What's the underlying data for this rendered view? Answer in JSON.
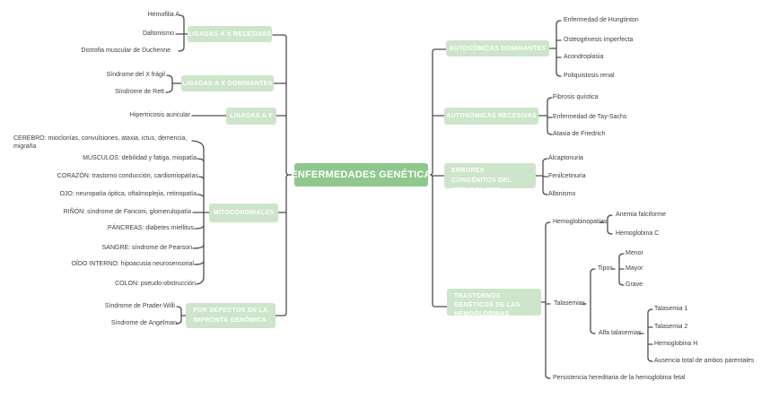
{
  "title": "ENFERMEDADES GENÉTICA",
  "left": {
    "xrec": {
      "label": "LIGADAS A X RECESIVAS",
      "children": [
        "Hemofilia A",
        "Daltonismo",
        "Distrofia muscular de Duchenne"
      ]
    },
    "xdom": {
      "label": "LIGADAS A X DOMINANTES",
      "children": [
        "Síndrome del X frágil",
        "Síndrome de Rett"
      ]
    },
    "y": {
      "label": "LIGADAS A Y",
      "children": [
        "Hipertricosis auricular"
      ]
    },
    "mito": {
      "label": "MITOCONDRIALES",
      "children": [
        "CEREBRO: mioclonías, convulsiones, ataxia, ictus, demencia, migraña",
        "MÚSCULOS: debilidad y fatiga, miopatía",
        "CORAZÓN: trastorno conducción, cardiomiopatías",
        "OJO: neuropatía óptica, oftalmoplejia, retinopatía",
        "RIÑÓN: síndrome de Fanconi, glomerulopatía",
        "PÁNCREAS: diabetes miellitus",
        "SANGRE: síndrome de Pearson",
        "OÍDO INTERNO: hipoacusia neurosensorial",
        "COLON: pseudo-obstrucción"
      ]
    },
    "impronta": {
      "label": "POR DEFECTOS EN LA IMPRONTA GENÓMICA",
      "children": [
        "Síndrome de Prader-Willi",
        "Síndrome de Angelman"
      ]
    }
  },
  "right": {
    "autdom": {
      "label": "AUTOSÓMICAS DOMINANTES",
      "children": [
        "Enfermedad de Hungtinton",
        "Osteogénesis imperfecta",
        "Acondroplasia",
        "Poliquistosis renal"
      ]
    },
    "autrec": {
      "label": "AUTOSÓMICAS RECESIVAS",
      "children": [
        "Fibrosis quística",
        "Enfermedad de Tay-Sachs",
        "Ataxia de Friedrich"
      ]
    },
    "errores": {
      "label": "ERRORES CONGÉNITOS DEL METABOLISMO",
      "children": [
        "Alcaptonuria",
        "Fenilcetinuria",
        "Albinismo"
      ]
    },
    "trast": {
      "label": "TRASTORNOS GENÉTICOS DE LAS HEMOGLOBINAS",
      "hemoglobinopatias": {
        "label": "Hemoglobinopatías",
        "children": [
          "Anemia falciforme",
          "Hemoglobina C"
        ]
      },
      "talasemias": {
        "label": "Talasemias",
        "tipos": {
          "label": "Tipos",
          "children": [
            "Menor",
            "Mayor",
            "Grave"
          ]
        },
        "alfa": {
          "label": "Alfa talasemias",
          "children": [
            "Talasemia 1",
            "Talasemia 2",
            "Hemoglobina H",
            "Ausencia total de ambos parentales"
          ]
        }
      },
      "persistencia": {
        "label": "Persistencia hereditaria de la hemoglobina fetal"
      }
    }
  },
  "colors": {
    "center_bg": "#8ec88c",
    "branch_bg": "#cde5ca",
    "line": "#4d4d4d",
    "leaf_text": "#3f3f3f"
  }
}
